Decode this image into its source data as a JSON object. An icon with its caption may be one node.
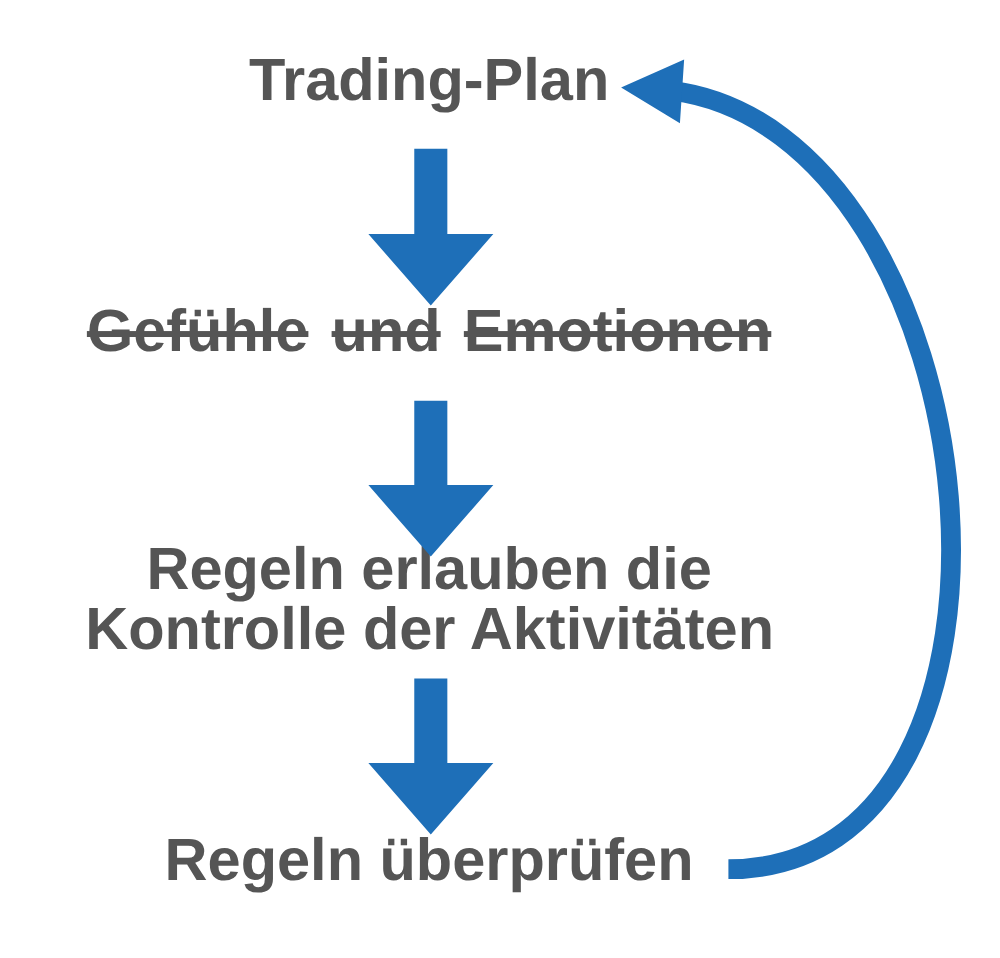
{
  "diagram": {
    "nodes": [
      {
        "text": [
          "Trading-Plan"
        ]
      },
      {
        "text": [
          "Gefühle und Emotionen"
        ]
      },
      {
        "text": [
          "Regeln erlauben die Kontrolle der Aktivitäten"
        ]
      },
      {
        "text": [
          "Regeln überprüfen"
        ]
      }
    ],
    "edges": [
      {
        "from": 0,
        "to": 1,
        "arrow": "to"
      },
      {
        "from": 1,
        "to": 2,
        "arrow": "to"
      },
      {
        "from": 2,
        "to": 3,
        "arrow": "to"
      },
      {
        "from": 3,
        "to": 0,
        "arrow": "to"
      }
    ]
  }
}
